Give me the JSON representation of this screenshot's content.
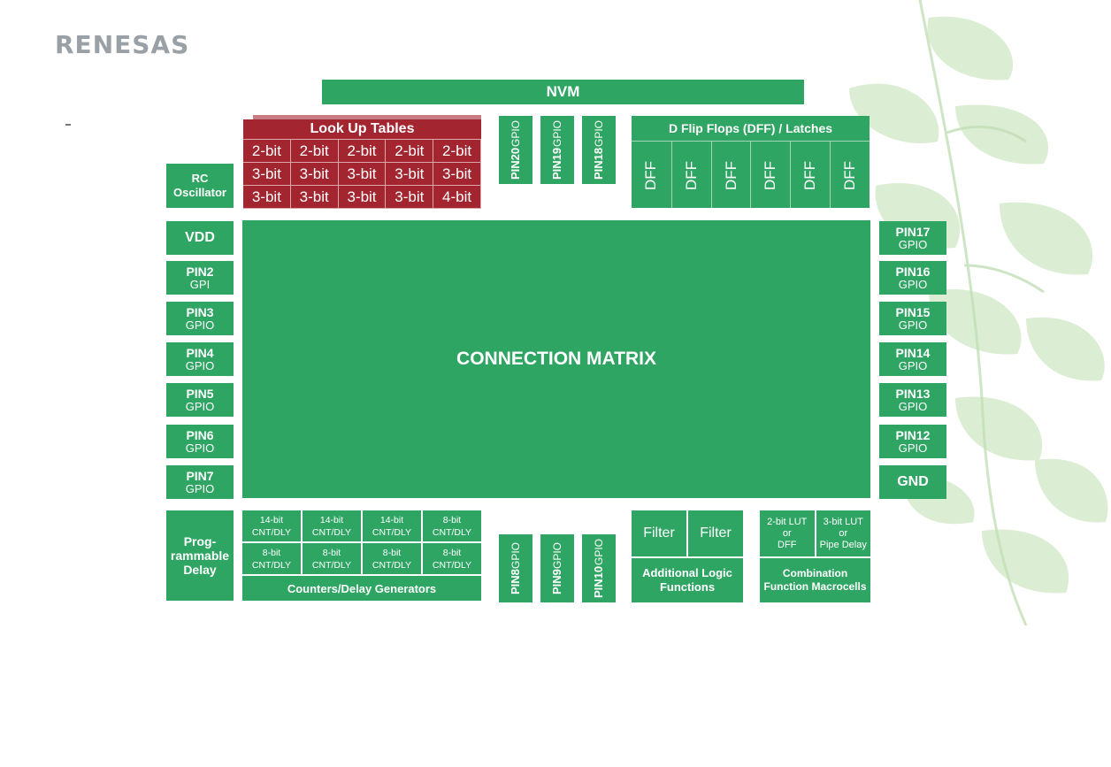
{
  "logo": "RENESAS",
  "nvm": "NVM",
  "lut": {
    "title": "Look Up Tables",
    "rows": [
      [
        "2-bit",
        "2-bit",
        "2-bit",
        "2-bit",
        "2-bit"
      ],
      [
        "3-bit",
        "3-bit",
        "3-bit",
        "3-bit",
        "3-bit"
      ],
      [
        "3-bit",
        "3-bit",
        "3-bit",
        "3-bit",
        "4-bit"
      ]
    ]
  },
  "rc_osc": [
    "RC",
    "Oscillator"
  ],
  "top_pins": [
    {
      "name": "PIN20",
      "type": "GPIO"
    },
    {
      "name": "PIN19",
      "type": "GPIO"
    },
    {
      "name": "PIN18",
      "type": "GPIO"
    }
  ],
  "dff": {
    "title": "D Flip Flops (DFF) / Latches",
    "cells": [
      "DFF",
      "DFF",
      "DFF",
      "DFF",
      "DFF",
      "DFF"
    ]
  },
  "left_pins": [
    {
      "name": "VDD",
      "type": ""
    },
    {
      "name": "PIN2",
      "type": "GPI"
    },
    {
      "name": "PIN3",
      "type": "GPIO"
    },
    {
      "name": "PIN4",
      "type": "GPIO"
    },
    {
      "name": "PIN5",
      "type": "GPIO"
    },
    {
      "name": "PIN6",
      "type": "GPIO"
    },
    {
      "name": "PIN7",
      "type": "GPIO"
    }
  ],
  "right_pins": [
    {
      "name": "PIN17",
      "type": "GPIO"
    },
    {
      "name": "PIN16",
      "type": "GPIO"
    },
    {
      "name": "PIN15",
      "type": "GPIO"
    },
    {
      "name": "PIN14",
      "type": "GPIO"
    },
    {
      "name": "PIN13",
      "type": "GPIO"
    },
    {
      "name": "PIN12",
      "type": "GPIO"
    },
    {
      "name": "GND",
      "type": ""
    }
  ],
  "matrix": "CONNECTION MATRIX",
  "prog_delay": [
    "Prog-",
    "rammable",
    "Delay"
  ],
  "counters": {
    "cells": [
      [
        "14-bit",
        "CNT/DLY"
      ],
      [
        "14-bit",
        "CNT/DLY"
      ],
      [
        "14-bit",
        "CNT/DLY"
      ],
      [
        "8-bit",
        "CNT/DLY"
      ],
      [
        "8-bit",
        "CNT/DLY"
      ],
      [
        "8-bit",
        "CNT/DLY"
      ],
      [
        "8-bit",
        "CNT/DLY"
      ],
      [
        "8-bit",
        "CNT/DLY"
      ]
    ],
    "title": "Counters/Delay Generators"
  },
  "bottom_pins": [
    {
      "name": "PIN8",
      "type": "GPIO"
    },
    {
      "name": "PIN9",
      "type": "GPIO"
    },
    {
      "name": "PIN10",
      "type": "GPIO"
    }
  ],
  "logic": {
    "filters": [
      "Filter",
      "Filter"
    ],
    "title": [
      "Additional Logic",
      "Functions"
    ]
  },
  "macro": {
    "cells": [
      [
        "2-bit LUT",
        "or",
        "DFF"
      ],
      [
        "3-bit LUT",
        "or",
        "Pipe Delay"
      ]
    ],
    "title": [
      "Combination",
      "Function Macrocells"
    ]
  },
  "colors": {
    "block_green": "#2fa563",
    "lut_red": "#a3252f",
    "logo_gray": "#9aa1a6",
    "leaf_green": "#cfe8c4"
  }
}
